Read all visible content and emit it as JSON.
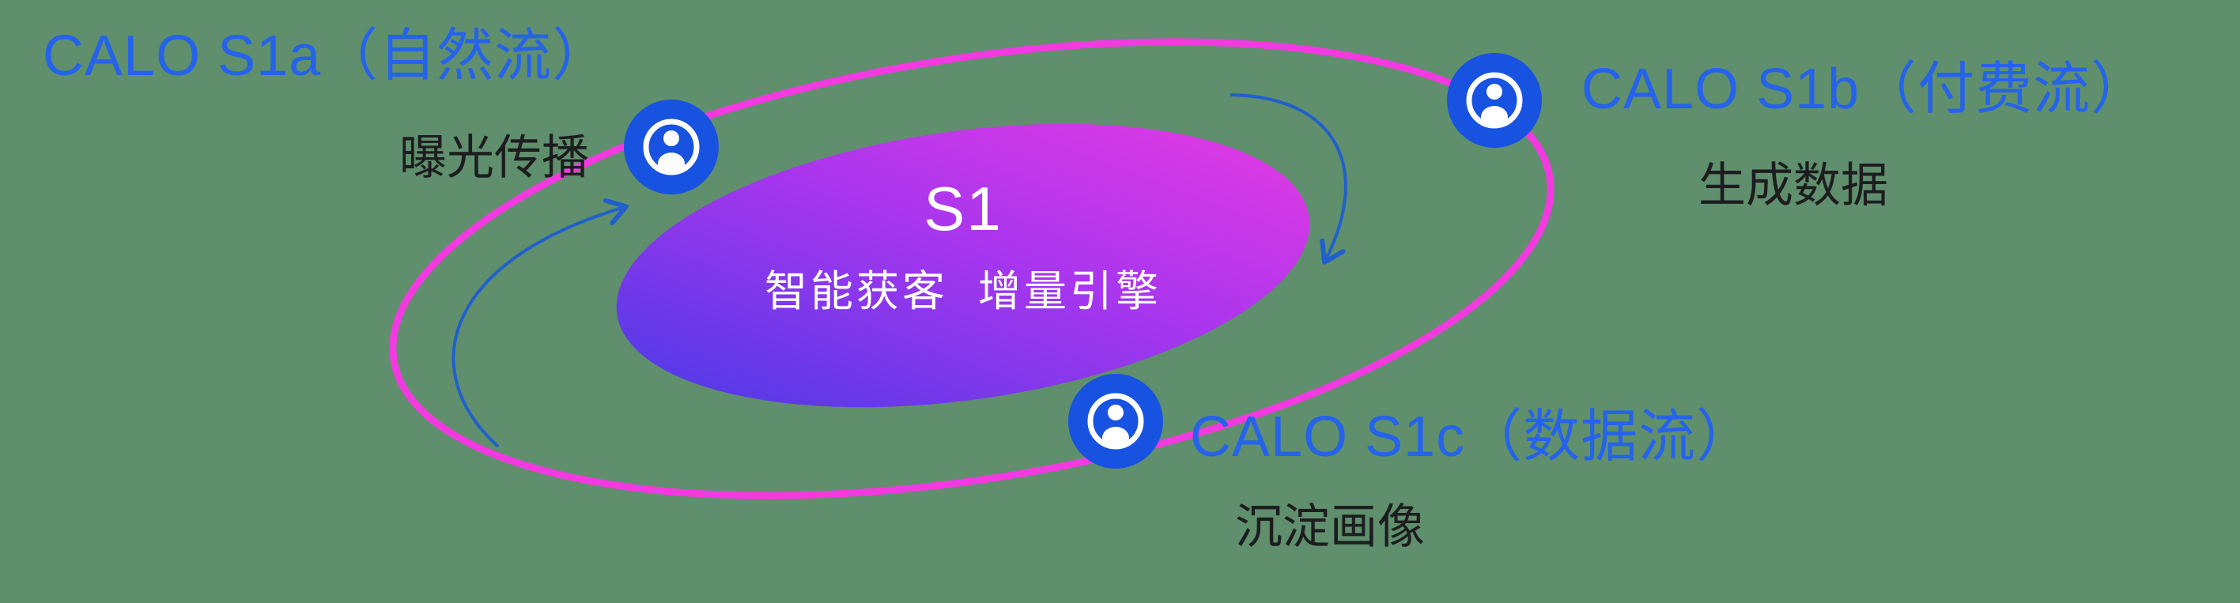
{
  "diagram": {
    "center": {
      "title": "S1",
      "subtitle": "智能获客  增量引擎"
    },
    "nodes": [
      {
        "id": "s1a",
        "title": "CALO S1a（自然流）",
        "subtitle": "曝光传播",
        "icon": "user-circle-icon",
        "position": "top-left"
      },
      {
        "id": "s1b",
        "title": "CALO S1b（付费流）",
        "subtitle": "生成数据",
        "icon": "user-circle-icon",
        "position": "top-right"
      },
      {
        "id": "s1c",
        "title": "CALO S1c（数据流）",
        "subtitle": "沉淀画像",
        "icon": "user-circle-icon",
        "position": "bottom"
      }
    ],
    "colors": {
      "background": "#5f8f6d",
      "title_blue": "#2563eb",
      "subtitle_dark": "#1d1d1f",
      "ring_magenta": "#f23ae0",
      "icon_blue": "#1753e0",
      "arrow_blue": "#2060cc",
      "center_gradient_start": "#4a3ae6",
      "center_gradient_mid": "#a936ee",
      "center_gradient_end": "#e53ae2",
      "center_text": "#ffffff"
    }
  }
}
